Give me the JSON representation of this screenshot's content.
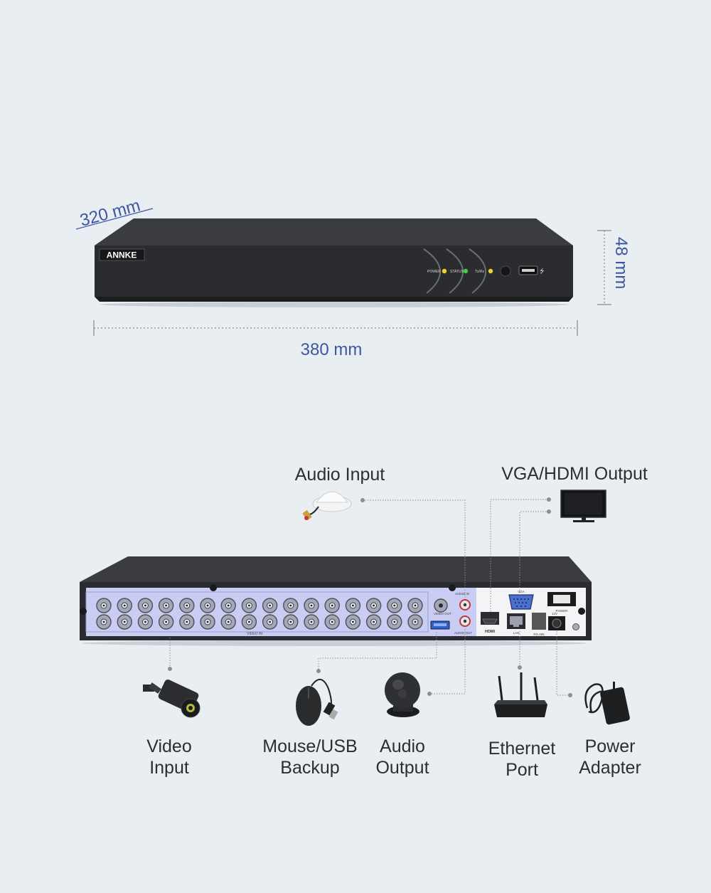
{
  "front_view": {
    "brand": "ANNKE",
    "indicators": [
      "POWER",
      "STATUS",
      "Tx/Rx"
    ],
    "dimensions": {
      "depth": "320 mm",
      "width": "380 mm",
      "height": "48 mm"
    }
  },
  "rear_panel": {
    "port_labels": {
      "video_in": "VIDEO IN",
      "video_out": "VIDEO OUT",
      "audio_in": "AUDIO IN",
      "audio_out": "AUDIO OUT",
      "vga": "VGA",
      "hdmi": "HDMI",
      "lan": "LAN",
      "rs485": "RS-485",
      "power": "POWER",
      "dc": "12V"
    }
  },
  "connections": {
    "audio_input": "Audio Input",
    "vga_hdmi_output": "VGA/HDMI Output",
    "video_input": [
      "Video",
      "Input"
    ],
    "mouse_usb_backup": [
      "Mouse/USB",
      "Backup"
    ],
    "audio_output": [
      "Audio",
      "Output"
    ],
    "ethernet_port": [
      "Ethernet",
      "Port"
    ],
    "power_adapter": [
      "Power",
      "Adapter"
    ]
  },
  "colors": {
    "background": "#e9eef3",
    "device_body": "#2b2d30",
    "dimension_text": "#3e57a0",
    "panel_tint": "#c9cdf4",
    "led_yellow": "#f2d22e",
    "led_green": "#3fcf3a"
  }
}
